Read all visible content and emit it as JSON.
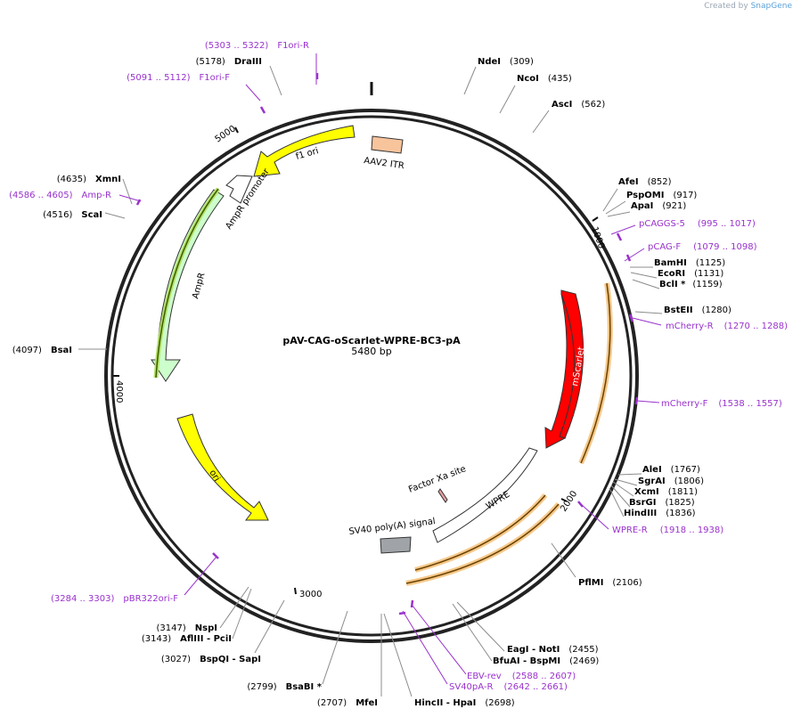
{
  "credit": {
    "prefix": "Created by",
    "brand": "SnapGene"
  },
  "plasmid": {
    "name": "pAV-CAG-oScarlet-WPRE-BC3-pA",
    "size": "5480 bp"
  },
  "ticks": [
    "1000",
    "2000",
    "3000",
    "4000",
    "5000"
  ],
  "features": [
    {
      "label": "AAV2 ITR",
      "color": "#f8c49c"
    },
    {
      "label": "f1 ori",
      "color": "#ffff00"
    },
    {
      "label": "AmpR promoter",
      "color": "#ffffff"
    },
    {
      "label": "AmpR",
      "color": "#ccffcc"
    },
    {
      "label": "ori",
      "color": "#ffff00"
    },
    {
      "label": "mScarlet",
      "color": "#ff0000"
    },
    {
      "label": "WPRE",
      "color": "#ffffff"
    },
    {
      "label": "Factor Xa site",
      "color": "#e3a0a0"
    },
    {
      "label": "SV40 poly(A) signal",
      "color": "#a0a4a8"
    }
  ],
  "enzymes": [
    {
      "name": "NdeI",
      "pos": "(309)"
    },
    {
      "name": "NcoI",
      "pos": "(435)"
    },
    {
      "name": "AscI",
      "pos": "(562)"
    },
    {
      "name": "AfeI",
      "pos": "(852)"
    },
    {
      "name": "PspOMI",
      "pos": "(917)"
    },
    {
      "name": "ApaI",
      "pos": "(921)"
    },
    {
      "name": "BamHI",
      "pos": "(1125)"
    },
    {
      "name": "EcoRI",
      "pos": "(1131)"
    },
    {
      "name": "BclI *",
      "pos": "(1159)"
    },
    {
      "name": "BstEII",
      "pos": "(1280)"
    },
    {
      "name": "AleI",
      "pos": "(1767)"
    },
    {
      "name": "SgrAI",
      "pos": "(1806)"
    },
    {
      "name": "XcmI",
      "pos": "(1811)"
    },
    {
      "name": "BsrGI",
      "pos": "(1825)"
    },
    {
      "name": "HindIII",
      "pos": "(1836)"
    },
    {
      "name": "PflMI",
      "pos": "(2106)"
    },
    {
      "name": "EagI - NotI",
      "pos": "(2455)"
    },
    {
      "name": "BfuAI - BspMI",
      "pos": "(2469)"
    },
    {
      "name": "HincII - HpaI",
      "pos": "(2698)"
    },
    {
      "name": "MfeI",
      "pos": "(2707)"
    },
    {
      "name": "BsaBI *",
      "pos": "(2799)"
    },
    {
      "name": "BspQI - SapI",
      "pos": "(3027)"
    },
    {
      "name": "AflIII - PciI",
      "pos": "(3143)"
    },
    {
      "name": "NspI",
      "pos": "(3147)"
    },
    {
      "name": "BsaI",
      "pos": "(4097)"
    },
    {
      "name": "ScaI",
      "pos": "(4516)"
    },
    {
      "name": "XmnI",
      "pos": "(4635)"
    },
    {
      "name": "DraIII",
      "pos": "(5178)"
    }
  ],
  "primers": [
    {
      "name": "F1ori-R",
      "range": "(5303 .. 5322)"
    },
    {
      "name": "F1ori-F",
      "range": "(5091 .. 5112)"
    },
    {
      "name": "Amp-R",
      "range": "(4586 .. 4605)"
    },
    {
      "name": "pCAGGS-5",
      "range": "(995 .. 1017)"
    },
    {
      "name": "pCAG-F",
      "range": "(1079 .. 1098)"
    },
    {
      "name": "mCherry-R",
      "range": "(1270 .. 1288)"
    },
    {
      "name": "mCherry-F",
      "range": "(1538 .. 1557)"
    },
    {
      "name": "WPRE-R",
      "range": "(1918 .. 1938)"
    },
    {
      "name": "EBV-rev",
      "range": "(2588 .. 2607)"
    },
    {
      "name": "SV40pA-R",
      "range": "(2642 .. 2661)"
    },
    {
      "name": "pBR322ori-F",
      "range": "(3284 .. 3303)"
    }
  ]
}
